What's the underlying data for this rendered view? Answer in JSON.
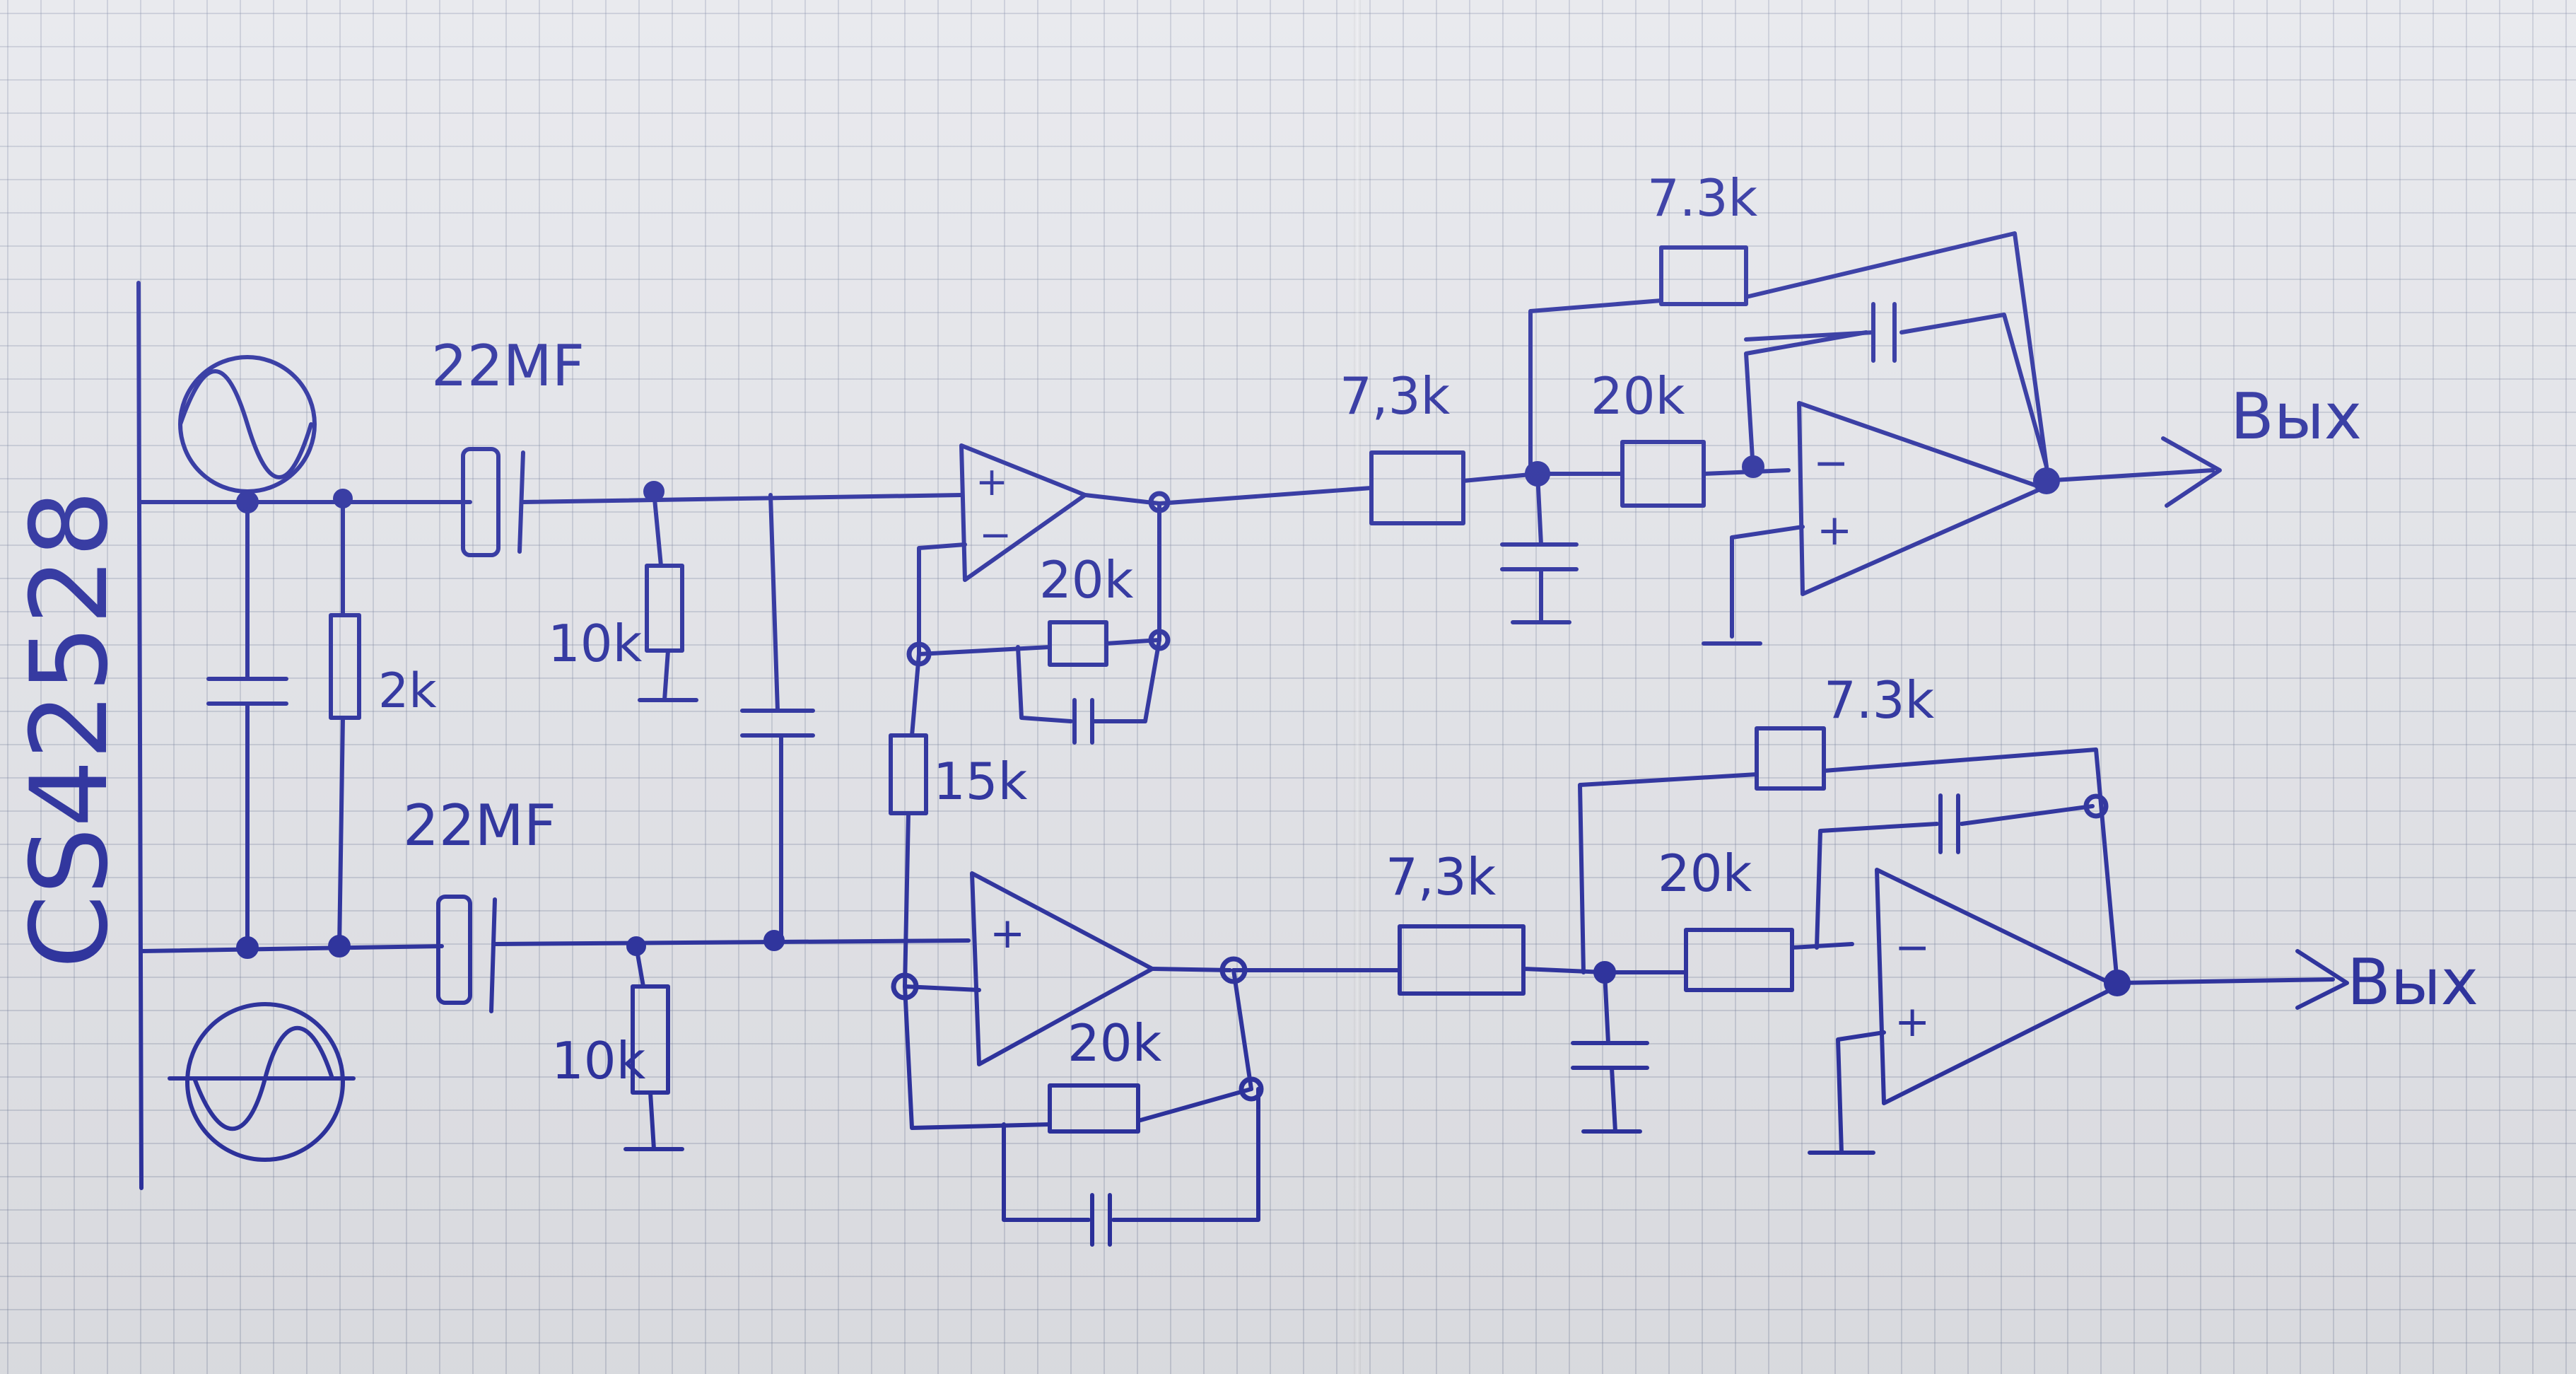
{
  "chip_label": "CS42528",
  "input": {
    "cap_top": "22MF",
    "cap_bottom": "22MF",
    "res_divider": "2k",
    "res_top_ground": "10k",
    "res_bottom_ground": "10k"
  },
  "stage1": {
    "top_feedback_res": "20k",
    "bottom_feedback_res": "20k",
    "bridge_res": "15k"
  },
  "stage2_top": {
    "series_res": "7,3k",
    "input_res": "20k",
    "feedback_res": "7.3k",
    "output_label": "Bых"
  },
  "stage2_bottom": {
    "series_res": "7,3k",
    "input_res": "20k",
    "feedback_res": "7.3k",
    "output_label": "Bых"
  },
  "opamp_signs": {
    "plus": "+",
    "minus": "−"
  },
  "colors": {
    "ink": "#2a2fa0",
    "paper": "#e6e7ec",
    "grid": "#a9aec4"
  }
}
